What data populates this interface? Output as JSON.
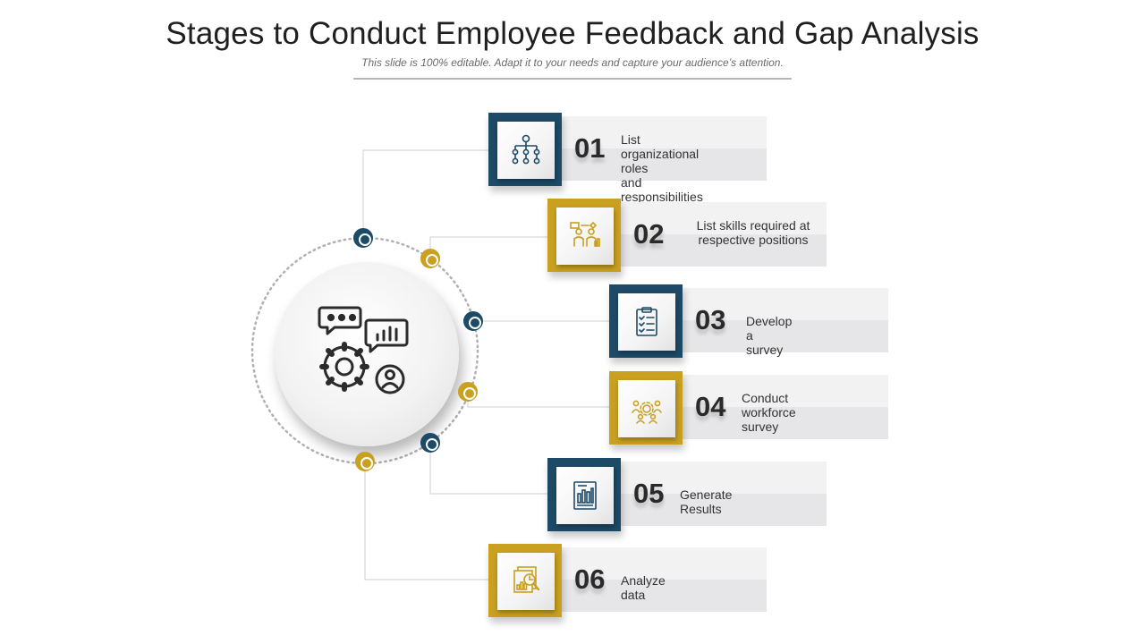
{
  "header": {
    "title": "Stages to Conduct Employee Feedback and Gap Analysis",
    "subtitle": "This slide is 100% editable. Adapt it to your needs and capture your audience’s attention."
  },
  "colors": {
    "navy": "#1d4a66",
    "gold": "#c9a020",
    "bar": "#efeff0",
    "ring": "#b0b0b0"
  },
  "center": {
    "icon": "feedback-analytics-icon"
  },
  "stages": [
    {
      "number": "01",
      "label_line1": "List organizational roles",
      "label_line2": "and responsibilities",
      "icon": "org-chart-icon",
      "color": "navy"
    },
    {
      "number": "02",
      "label_line1": "List skills required at",
      "label_line2": "respective positions",
      "icon": "skills-people-icon",
      "color": "gold"
    },
    {
      "number": "03",
      "label_line1": "Develop a survey",
      "label_line2": "",
      "icon": "clipboard-checklist-icon",
      "color": "navy"
    },
    {
      "number": "04",
      "label_line1": "Conduct",
      "label_line2": "workforce survey",
      "icon": "workforce-team-icon",
      "color": "gold"
    },
    {
      "number": "05",
      "label_line1": "Generate Results",
      "label_line2": "",
      "icon": "report-chart-icon",
      "color": "navy"
    },
    {
      "number": "06",
      "label_line1": "Analyze data",
      "label_line2": "",
      "icon": "data-analysis-icon",
      "color": "gold"
    }
  ]
}
